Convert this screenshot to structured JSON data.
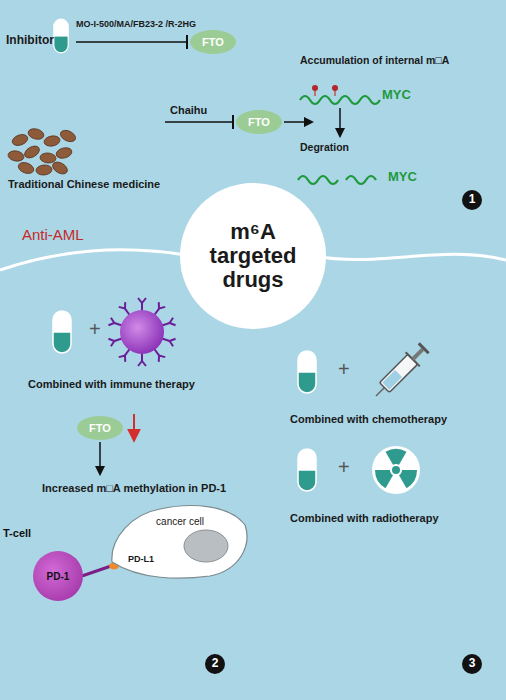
{
  "diagram": {
    "nodes": [
      {
        "text": [
          "FTO"
        ]
      },
      {
        "text": [
          "FTO"
        ]
      },
      {
        "text": [
          "1"
        ]
      },
      {
        "text": [
          "m⁶A targeted drugs"
        ]
      },
      {
        "text": [
          "FTO"
        ]
      },
      {
        "text": [
          "T-cell",
          "PD-1"
        ]
      },
      {
        "text": [
          "cancer cell"
        ]
      },
      {
        "text": [
          "2"
        ]
      },
      {
        "text": [
          "3"
        ]
      }
    ],
    "edges": [
      {
        "from": 5,
        "to": 6,
        "arrow": "none"
      }
    ],
    "labels": [
      "Inhibitor",
      "MO-I-500/MA/FB23-2 /R-2HG",
      "Traditional Chinese medicine",
      "Chaihu",
      "Accumulation of internal m□A",
      "MYC",
      "Degration",
      "MYC",
      "Anti-AML",
      "+",
      "Combined with immune therapy",
      "Increased m□A methylation in PD-1",
      "PD-L1",
      "+",
      "Combined with chemotherapy",
      "+",
      "Combined with radiotherapy"
    ]
  }
}
